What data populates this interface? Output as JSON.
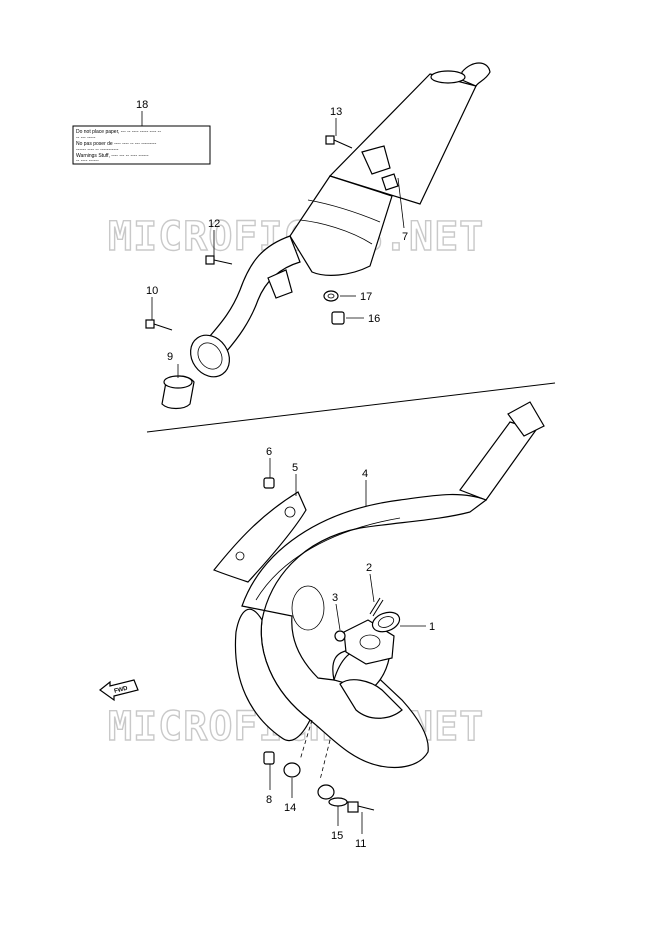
{
  "watermark": "MICROFICHES.NET",
  "fwd_label": "FWD",
  "callouts": {
    "c1": "1",
    "c2": "2",
    "c3": "3",
    "c4": "4",
    "c5": "5",
    "c6": "6",
    "c7": "7",
    "c8": "8",
    "c9": "9",
    "c10": "10",
    "c11": "11",
    "c12": "12",
    "c13": "13",
    "c14": "14",
    "c15": "15",
    "c16": "16",
    "c17": "17",
    "c18": "18"
  },
  "warning_label_lines": [
    "Do not place paper, --- -- ---- ----- ---- --",
    "-- --- -----",
    "No pas poser de ---- ---- -- --- ---------",
    "------ ---- -- -----------",
    "Warnings Stuff, ---- --- -- ---- ------",
    "-- ---- ------"
  ]
}
